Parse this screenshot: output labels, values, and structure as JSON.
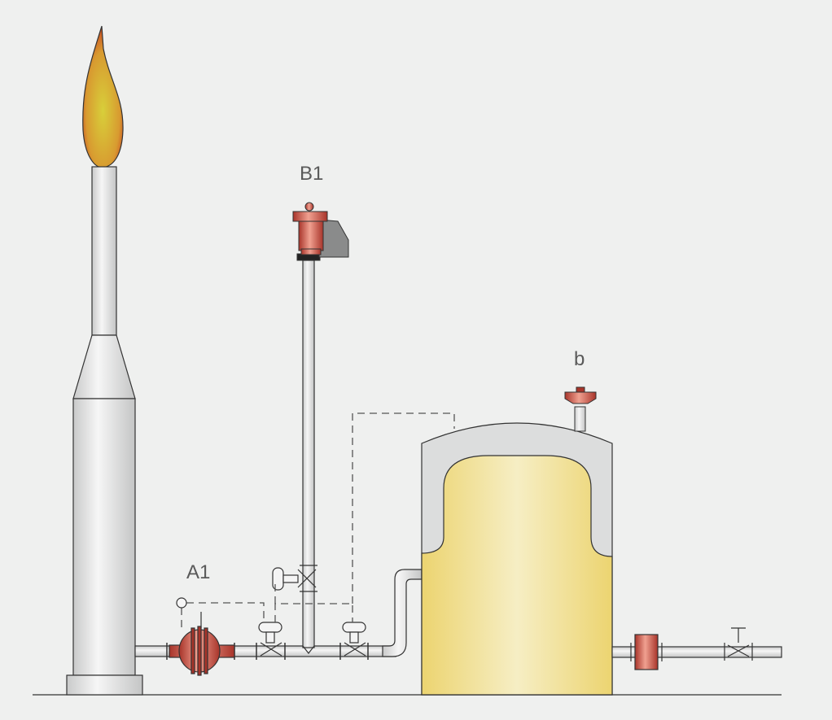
{
  "labels": {
    "b1": "B1",
    "a1": "A1",
    "b": "b"
  },
  "colors": {
    "background": "#eff0ef",
    "pipe": "#e4e5e5",
    "valve_red": "#c24a3c",
    "tank_fill": "#f0dc8c",
    "flame": "#d9c23a"
  }
}
